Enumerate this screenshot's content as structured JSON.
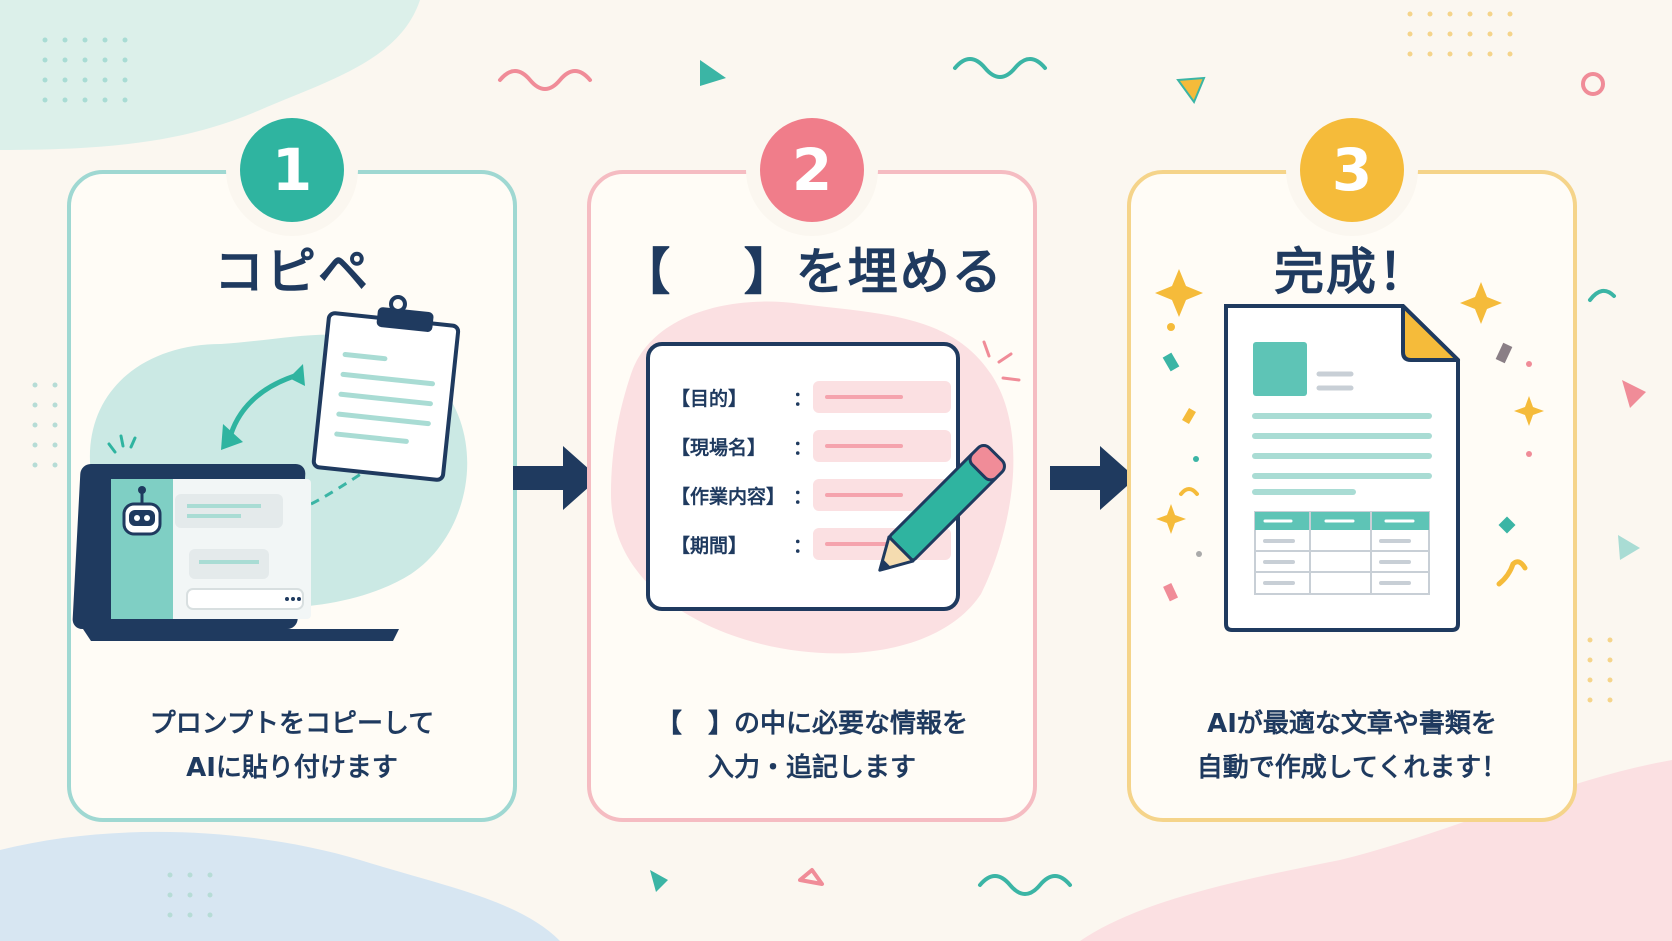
{
  "steps": [
    {
      "number": "1",
      "title": "コピペ",
      "desc_line1": "プロンプトをコピーして",
      "desc_line2": "AIに貼り付けます",
      "color": "#2fb4a0"
    },
    {
      "number": "2",
      "title": "【　 】を埋める",
      "desc_line1": "【　】の中に必要な情報を",
      "desc_line2": "入力・追記します",
      "color": "#f07d8a",
      "form_fields": [
        "【目的】",
        "【現場名】",
        "【作業内容】",
        "【期間】"
      ],
      "colon": "："
    },
    {
      "number": "3",
      "title": "完成！",
      "desc_line1": "AIが最適な文章や書類を",
      "desc_line2": "自動で作成してくれます！",
      "color": "#f5bb3a"
    }
  ],
  "colors": {
    "navy": "#1f3a5f",
    "teal": "#2fb4a0",
    "pink": "#f07d8a",
    "yellow": "#f5bb3a",
    "background": "#fbf7f0"
  },
  "icons": [
    "clipboard-icon",
    "laptop-icon",
    "robot-icon",
    "pencil-icon",
    "document-icon",
    "sparkle-icon",
    "arrow-right-icon"
  ]
}
